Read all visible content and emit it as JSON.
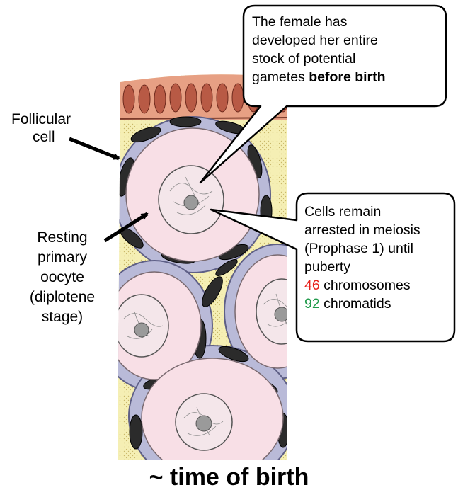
{
  "labels": {
    "follicular": [
      "Follicular",
      "cell"
    ],
    "resting": [
      "Resting",
      "primary",
      "oocyte",
      "(diplotene",
      "stage)"
    ]
  },
  "bubble_top": {
    "lines": [
      "The female has",
      "developed her entire",
      "stock of potential"
    ],
    "last_line_plain": "gametes ",
    "last_line_bold": "before birth"
  },
  "bubble_right": {
    "lines": [
      "Cells remain",
      "arrested in meiosis",
      "(Prophase 1) until",
      "puberty"
    ],
    "chromosomes_count": "46",
    "chromosomes_label": " chromosomes",
    "chromatids_count": "92",
    "chromatids_label": " chromatids"
  },
  "caption": "~ time of birth",
  "colors": {
    "red": "#e8211c",
    "green": "#1f9a4a",
    "tissue_pink": "#f8dfe6",
    "tissue_yellow": "#f5efb4",
    "follicle_blue": "#b9bad8",
    "epithelium": "#e7a084"
  }
}
